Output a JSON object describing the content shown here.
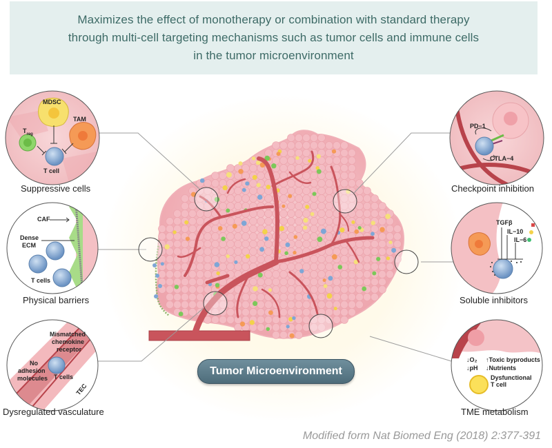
{
  "banner": {
    "lines": [
      "Maximizes the effect of monotherapy or combination with standard therapy",
      "through multi-cell targeting mechanisms such as tumor cells and immune cells",
      "in the tumor microenvironment"
    ]
  },
  "center": {
    "label": "Tumor Microenvironment"
  },
  "panels": {
    "suppressive": {
      "title": "Suppressive cells",
      "labels": {
        "mdsc": "MDSC",
        "tam": "TAM",
        "treg": "T",
        "treg_sub": "reg",
        "tcell": "T cell"
      }
    },
    "physical": {
      "title": "Physical barriers",
      "labels": {
        "caf": "CAF",
        "dense": "Dense",
        "ecm": "ECM",
        "tcells": "T cells"
      }
    },
    "vasculature": {
      "title": "Dysregulated vasculature",
      "labels": {
        "mismatched": "Mismatched",
        "chemokine": "chemokine",
        "receptor": "receptor",
        "no": "No",
        "adhesion": "adhesion",
        "molecules": "molecules",
        "tcells": "T cells",
        "tec": "TEC"
      }
    },
    "checkpoint": {
      "title": "Checkpoint inhibition",
      "labels": {
        "pd1": "PD−1",
        "ctla4": "CTLA−4"
      }
    },
    "soluble": {
      "title": "Soluble inhibitors",
      "labels": {
        "tgfb": "TGFβ",
        "il10": "IL−10",
        "il6": "IL−6"
      }
    },
    "metabolism": {
      "title": "TME metabolism",
      "labels": {
        "o2": "↓O₂",
        "ph": "↓pH",
        "toxic": "↑Toxic byproducts",
        "nutrients": "↓Nutrients",
        "dysfunctional": "Dysfunctional",
        "tcell": "T cell"
      }
    }
  },
  "credit": "Modified form Nat Biomed Eng (2018) 2:377-391",
  "colors": {
    "banner_bg": "#e4efee",
    "banner_text": "#3d6a66",
    "tumor": "#f2b8bf",
    "vessel": "#c9545c",
    "pill": "#5a7886"
  }
}
